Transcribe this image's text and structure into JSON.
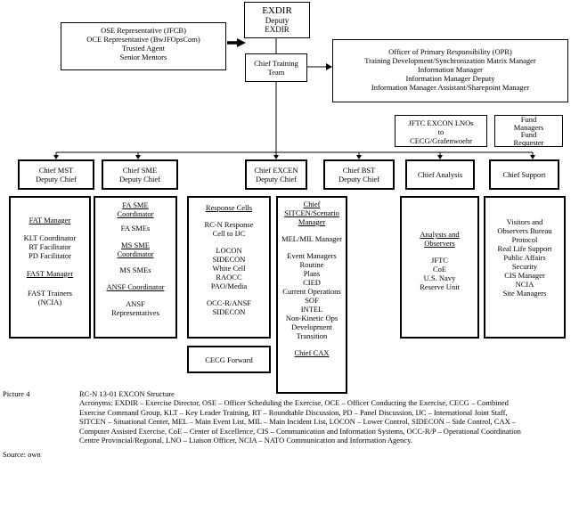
{
  "top": {
    "exdir_title": "EXDIR",
    "exdir_deputy": "Deputy",
    "exdir_deputy2": "EXDIR",
    "chief_training_line1": "Chief Training",
    "chief_training_line2": "Team",
    "left_box": [
      "OSE Representative (JFCB)",
      "OCE Representative (BwJFOpsCom)",
      "Trusted Agent",
      "Senior Mentors"
    ],
    "right_box": [
      "Officer of Primary Responsibility (OPR)",
      "Training Development/Synchronization Matrix Manager",
      "Information Manager",
      "Information Manager Deputy",
      "Information Manager Assistant/Sharepoint Manager"
    ],
    "jftc_box": [
      "JFTC EXCON LNOs",
      "to",
      "CECG/Grafenwoehr"
    ],
    "fund_box": [
      "Fund",
      "Managers",
      "Fund",
      "Requester"
    ]
  },
  "chiefs": [
    {
      "l1": "Chief MST",
      "l2": "Deputy Chief"
    },
    {
      "l1": "Chief SME",
      "l2": "Deputy Chief"
    },
    {
      "l1": "Chief EXCEN",
      "l2": "Deputy Chief"
    },
    {
      "l1": "Chief BST",
      "l2": "Deputy Chief"
    },
    {
      "l1": "Chief Analysis",
      "l2": ""
    },
    {
      "l1": "Chief Support",
      "l2": ""
    }
  ],
  "mst": {
    "fat_manager": "FAT Manager",
    "items1": [
      "KLT Coordinator",
      "RT Facilitator",
      "PD Facilitator"
    ],
    "fast_manager": "FAST Manager",
    "items2": [
      "FAST Trainers",
      "(NCIA)"
    ]
  },
  "sme": {
    "fa_coord1": "FA SME",
    "fa_coord2": "Coordinator",
    "fa_smes": "FA SMEs",
    "ms_coord1": "MS SME",
    "ms_coord2": "Coordinator",
    "ms_smes": "MS SMEs",
    "ansf_coord": "ANSF Coordinator",
    "ansf_reps1": "ANSF",
    "ansf_reps2": "Representatives"
  },
  "excen": {
    "response_cells": "Response Cells",
    "g1": [
      "RC-N Response",
      "Cell to IJC"
    ],
    "g2": [
      "LOCON",
      "SIDECON",
      "White Cell",
      "RAOCC",
      "PAO/Media"
    ],
    "g3": [
      "OCC-R/ANSF",
      "SIDECON"
    ],
    "cecg_forward": "CECG Forward"
  },
  "bst": {
    "chief_sitcen1": "Chief",
    "chief_sitcen2": "SITCEN/Scenario",
    "chief_sitcen3": "Manager",
    "mel_mil": "MEL/MIL Manager",
    "items": [
      "Event Managers",
      "Routine",
      "Plans",
      "CIED",
      "Current Operations",
      "SOF",
      "INTEL",
      "Non-Kinetic Ops",
      "Development",
      "Transition"
    ],
    "chief_cax": "Chief CAX"
  },
  "analysis": {
    "head1": "Analysts and",
    "head2": "Observers",
    "items": [
      "JFTC",
      "CoE",
      "U.S. Navy",
      "Reserve Unit"
    ]
  },
  "support": {
    "items": [
      "Visitors and",
      "Observers Bureau",
      "Protocol",
      "Real Life Support",
      "Public Affairs",
      "Security",
      "CIS Manager",
      "NCIA",
      "Site Managers"
    ]
  },
  "caption": {
    "label": "Picture 4",
    "title": "RC-N 13-01 EXCON Structure",
    "acronyms": [
      "Acronyms: EXDIR – Exercise Director, OSE – Officer Scheduling the Exercise, OCE – Officer Conducting the Exercise, CECG – Combined",
      "Exercise Command Group, KLT – Key Leader Training, RT – Roundtable Discussion, PD – Panel Discussion, IJC – International Joint Staff,",
      "SITCEN – Situational Center, MEL – Main Event List, MIL – Main Incident List, LOCON – Lower Control, SIDECON – Side Control, CAX –",
      "Computer Assisted Exercise, CoE – Center of Excellence, CIS – Communication and Information Systems, OCC-R/P – Operational Coordination",
      "Centre Provincial/Regional, LNO – Liaison Officer, NCIA – NATO Communication and Information Agency."
    ],
    "source": "Source: own"
  }
}
